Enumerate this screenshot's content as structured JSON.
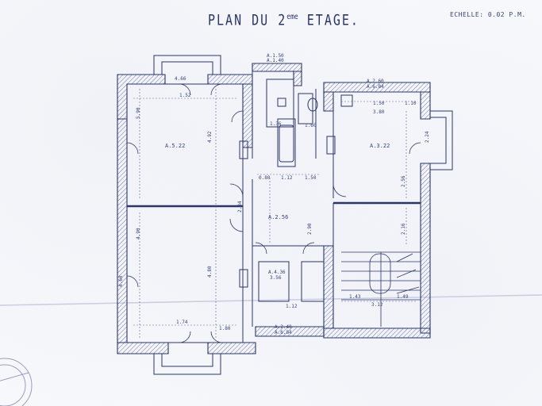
{
  "header": {
    "title_main": "PLAN DU 2",
    "title_sup": "eme",
    "title_rest": " ETAGE.",
    "scale": "ECHELLE: 0.02 P.M."
  },
  "rooms": {
    "nw": "A.5.22",
    "ne": "A.3.22",
    "hall": "A.2.56",
    "sw_small": "A.4.36",
    "sw_small_b": "3.56"
  },
  "dims": {
    "top_left": "4.66",
    "top_mid": "A.1.50",
    "top_mid_b": "A.1.40",
    "top_right": "A.2.60",
    "top_right_b": "A.6.84",
    "nw_w": "1.52",
    "ne_w": "1.50",
    "ne_w2": "1.10",
    "ne_w3": "3.80",
    "hall_a": "1.12",
    "hall_b": "1.50",
    "hall_c": "0.80",
    "bath_a": "1.36",
    "bath_b": "1.60",
    "left_a": "4.92",
    "left_b": "4.90",
    "left_c": "5.90",
    "left_d": "4.80",
    "vert_mid": "2.84",
    "vert_mid2": "2.90",
    "vert_r": "2.56",
    "vert_r2": "2.16",
    "bot_a": "1.74",
    "bot_b": "1.80",
    "bot_c": "1.12",
    "bot_d": "1.43",
    "bot_e": "1.49",
    "bot_mid": "A.2.40",
    "bot_mid_b": "A.6.84",
    "stair_a": "3.12",
    "east_a": "2.24",
    "west_a": "4.60"
  }
}
